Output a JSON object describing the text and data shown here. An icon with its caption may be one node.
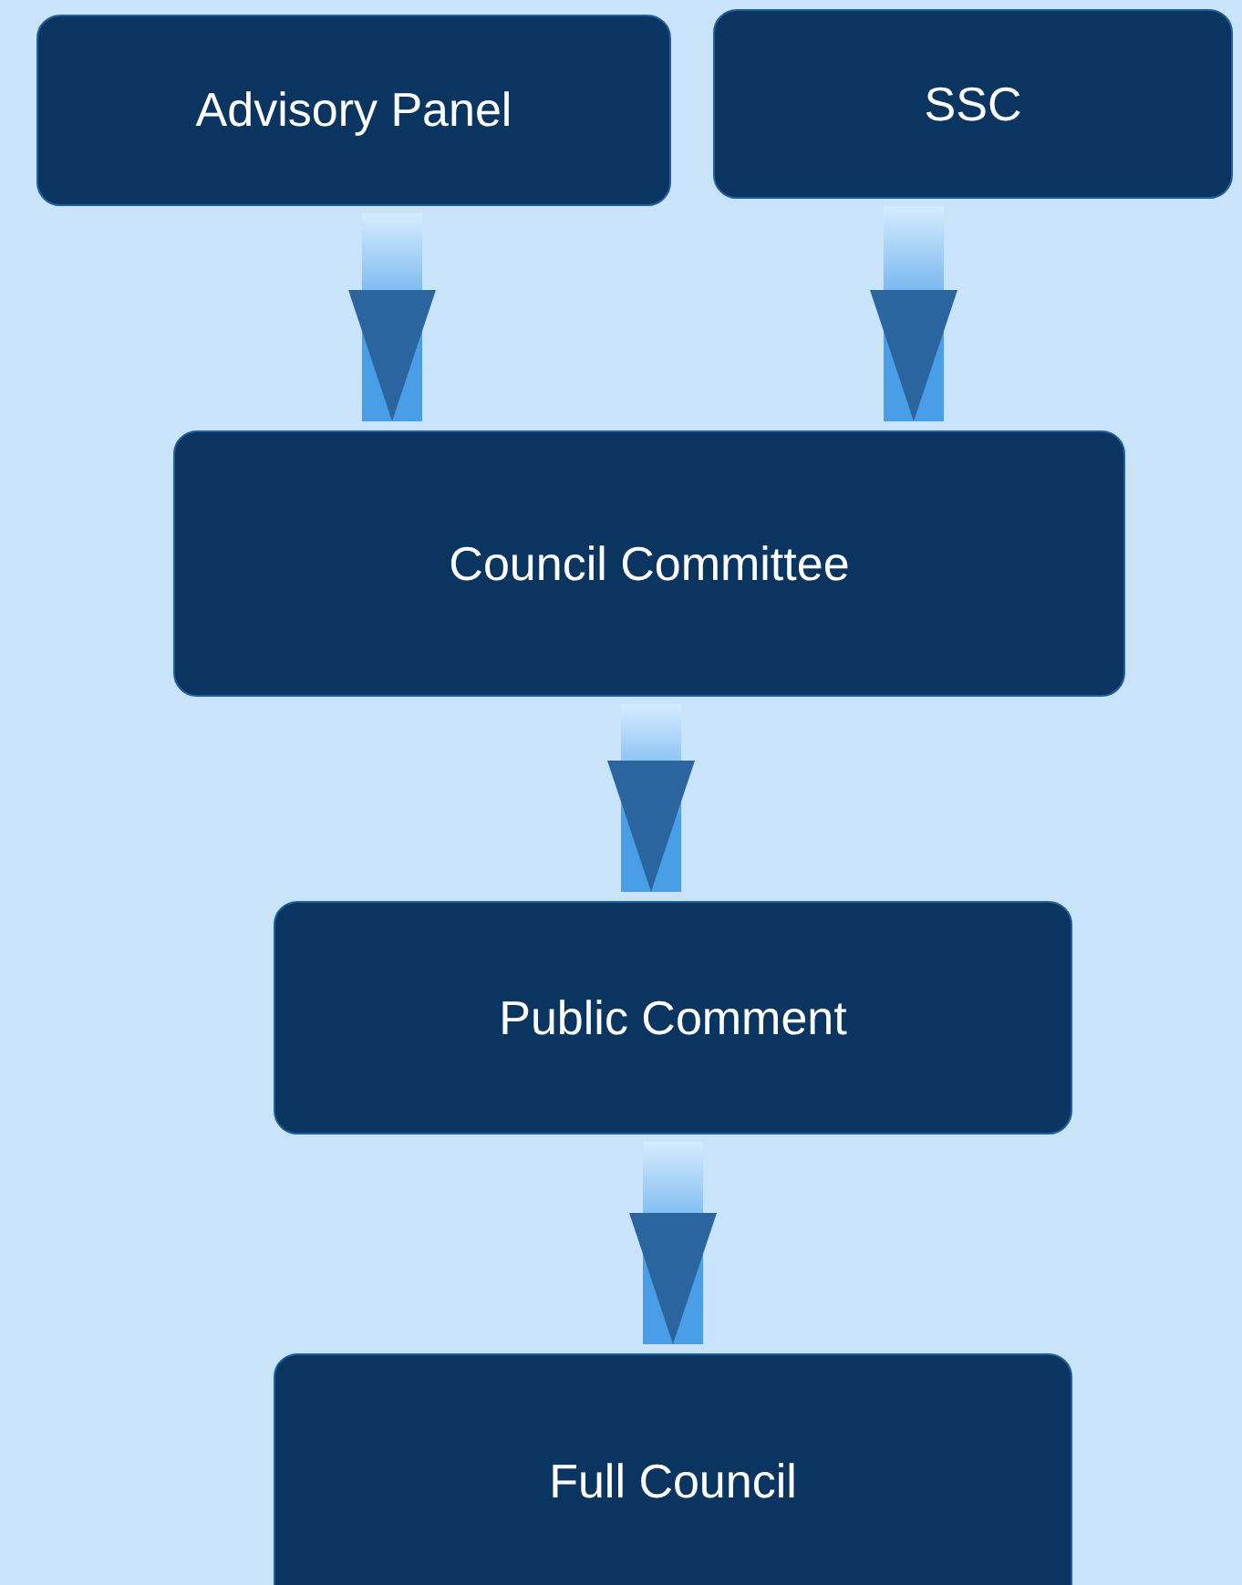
{
  "diagram": {
    "nodes": [
      {
        "text": [
          "Advisory Panel"
        ]
      },
      {
        "text": [
          "SSC"
        ]
      },
      {
        "text": [
          "Council Committee"
        ]
      },
      {
        "text": [
          "Public Comment"
        ]
      },
      {
        "text": [
          "Full Council"
        ]
      }
    ],
    "edges": [
      {
        "from": 0,
        "to": 2,
        "arrow": "to"
      },
      {
        "from": 1,
        "to": 2,
        "arrow": "to"
      },
      {
        "from": 2,
        "to": 3,
        "arrow": "to"
      },
      {
        "from": 3,
        "to": 4,
        "arrow": "to"
      }
    ]
  }
}
